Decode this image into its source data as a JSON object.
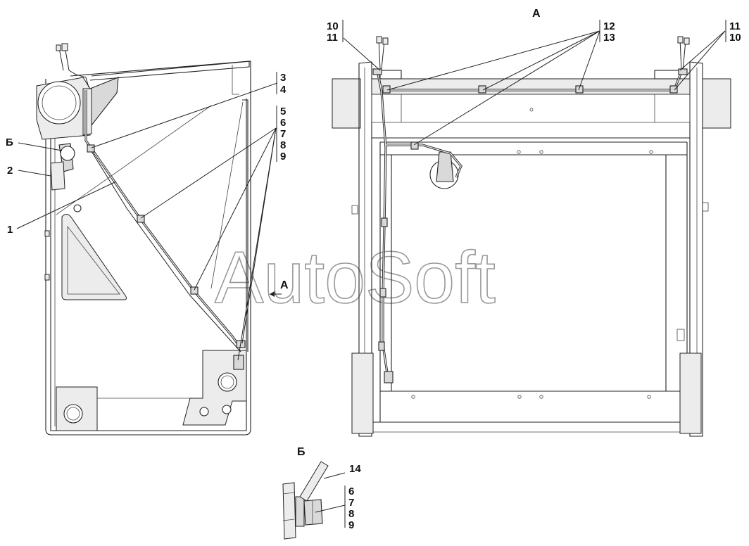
{
  "watermark": "AutoSoft",
  "views": {
    "section_a_title": "А",
    "section_a_marker": "А",
    "detail_b_marker": "Б",
    "detail_b_title": "Б"
  },
  "callouts": {
    "c1": "1",
    "c2": "2",
    "c3_4": [
      "3",
      "4"
    ],
    "c5_9": [
      "5",
      "6",
      "7",
      "8",
      "9"
    ],
    "c10_11_left": [
      "10",
      "11"
    ],
    "c12_13": [
      "12",
      "13"
    ],
    "c11_10_right": [
      "11",
      "10"
    ],
    "c14": "14",
    "c6_9_detail": [
      "6",
      "7",
      "8",
      "9"
    ]
  }
}
